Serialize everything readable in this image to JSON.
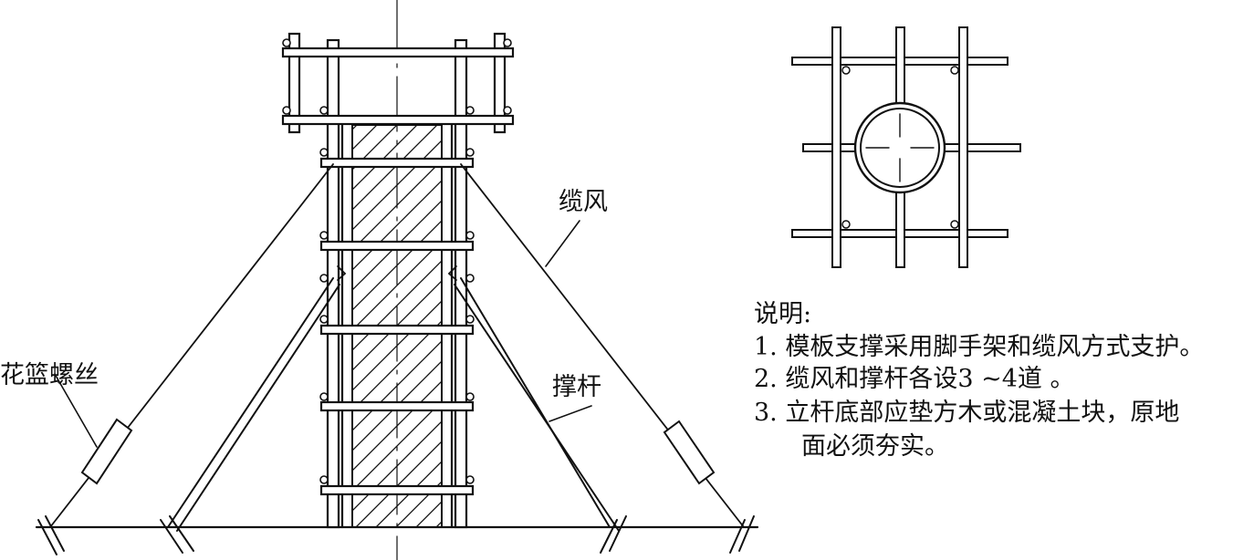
{
  "labels": {
    "guy_wire": "缆风",
    "brace": "撑杆",
    "turnbuckle": "花篮螺丝"
  },
  "notes": {
    "heading": "说明:",
    "items": [
      "1. 模板支撑采用脚手架和缆风方式支护。",
      "2. 缆风和撑杆各设3 ~4道 。",
      "3. 立杆底部应垫方木或混凝土块，原地",
      "面必须夯实。"
    ]
  },
  "colors": {
    "line": "#111111",
    "background": "#ffffff"
  }
}
